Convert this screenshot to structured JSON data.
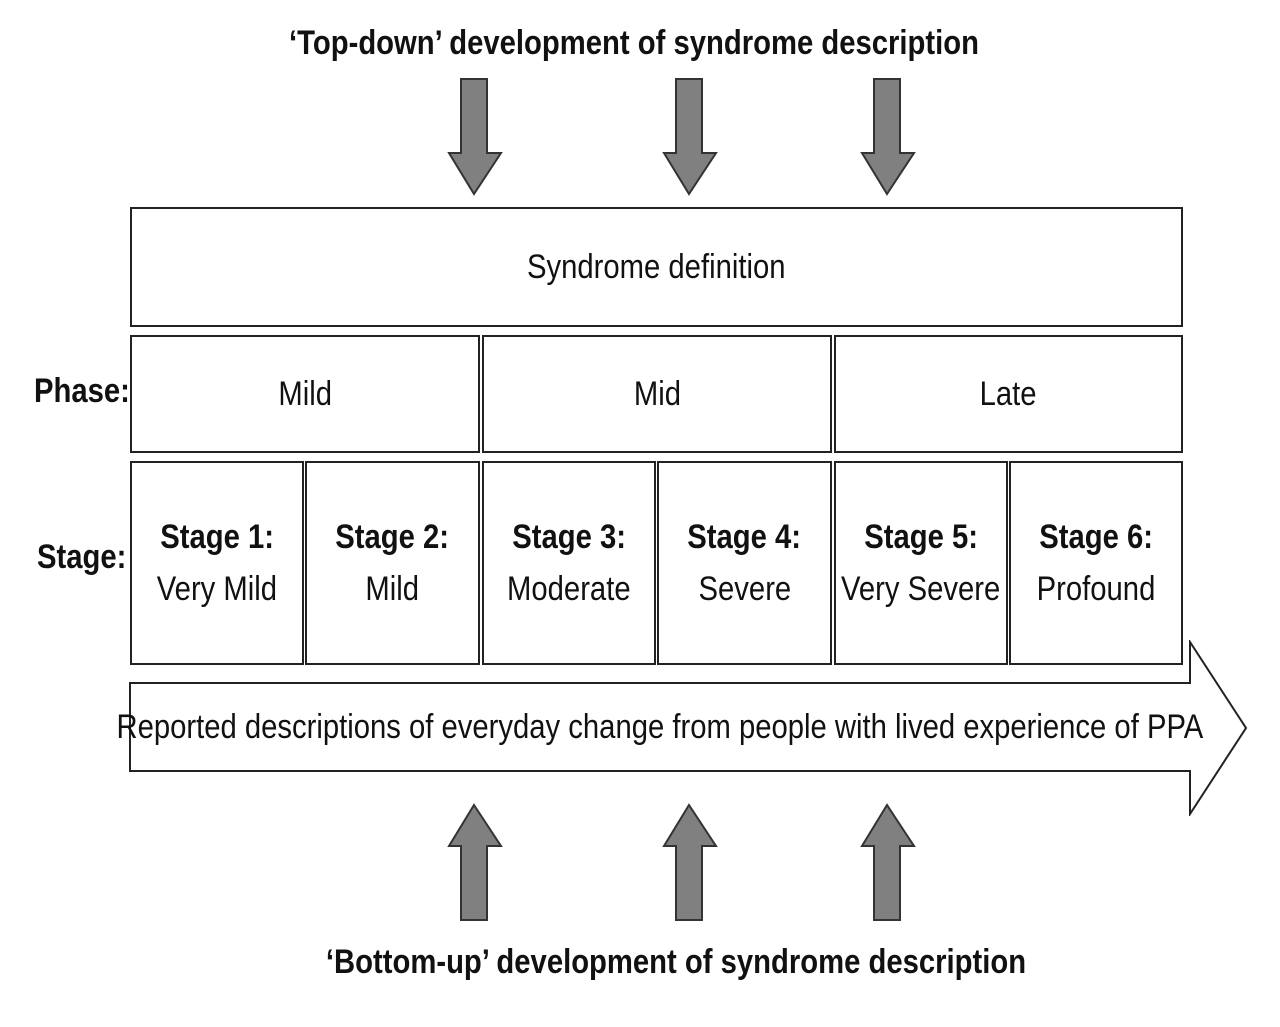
{
  "top_title": "‘Top-down’ development of syndrome description",
  "bottom_title": "‘Bottom-up’ development of syndrome description",
  "syndrome_definition": "Syndrome definition",
  "phase_label": "Phase:",
  "stage_label": "Stage:",
  "phases": [
    "Mild",
    "Mid",
    "Late"
  ],
  "stages": [
    {
      "num": "Stage 1:",
      "name": "Very Mild"
    },
    {
      "num": "Stage 2:",
      "name": "Mild"
    },
    {
      "num": "Stage 3:",
      "name": "Moderate"
    },
    {
      "num": "Stage 4:",
      "name": "Severe"
    },
    {
      "num": "Stage 5:",
      "name": "Very Severe"
    },
    {
      "num": "Stage 6:",
      "name": "Profound"
    }
  ],
  "band_text": "Reported descriptions of everyday change from people with lived experience of PPA",
  "colors": {
    "arrow_fill": "#808080",
    "arrow_stroke": "#333333",
    "border": "#222222"
  }
}
